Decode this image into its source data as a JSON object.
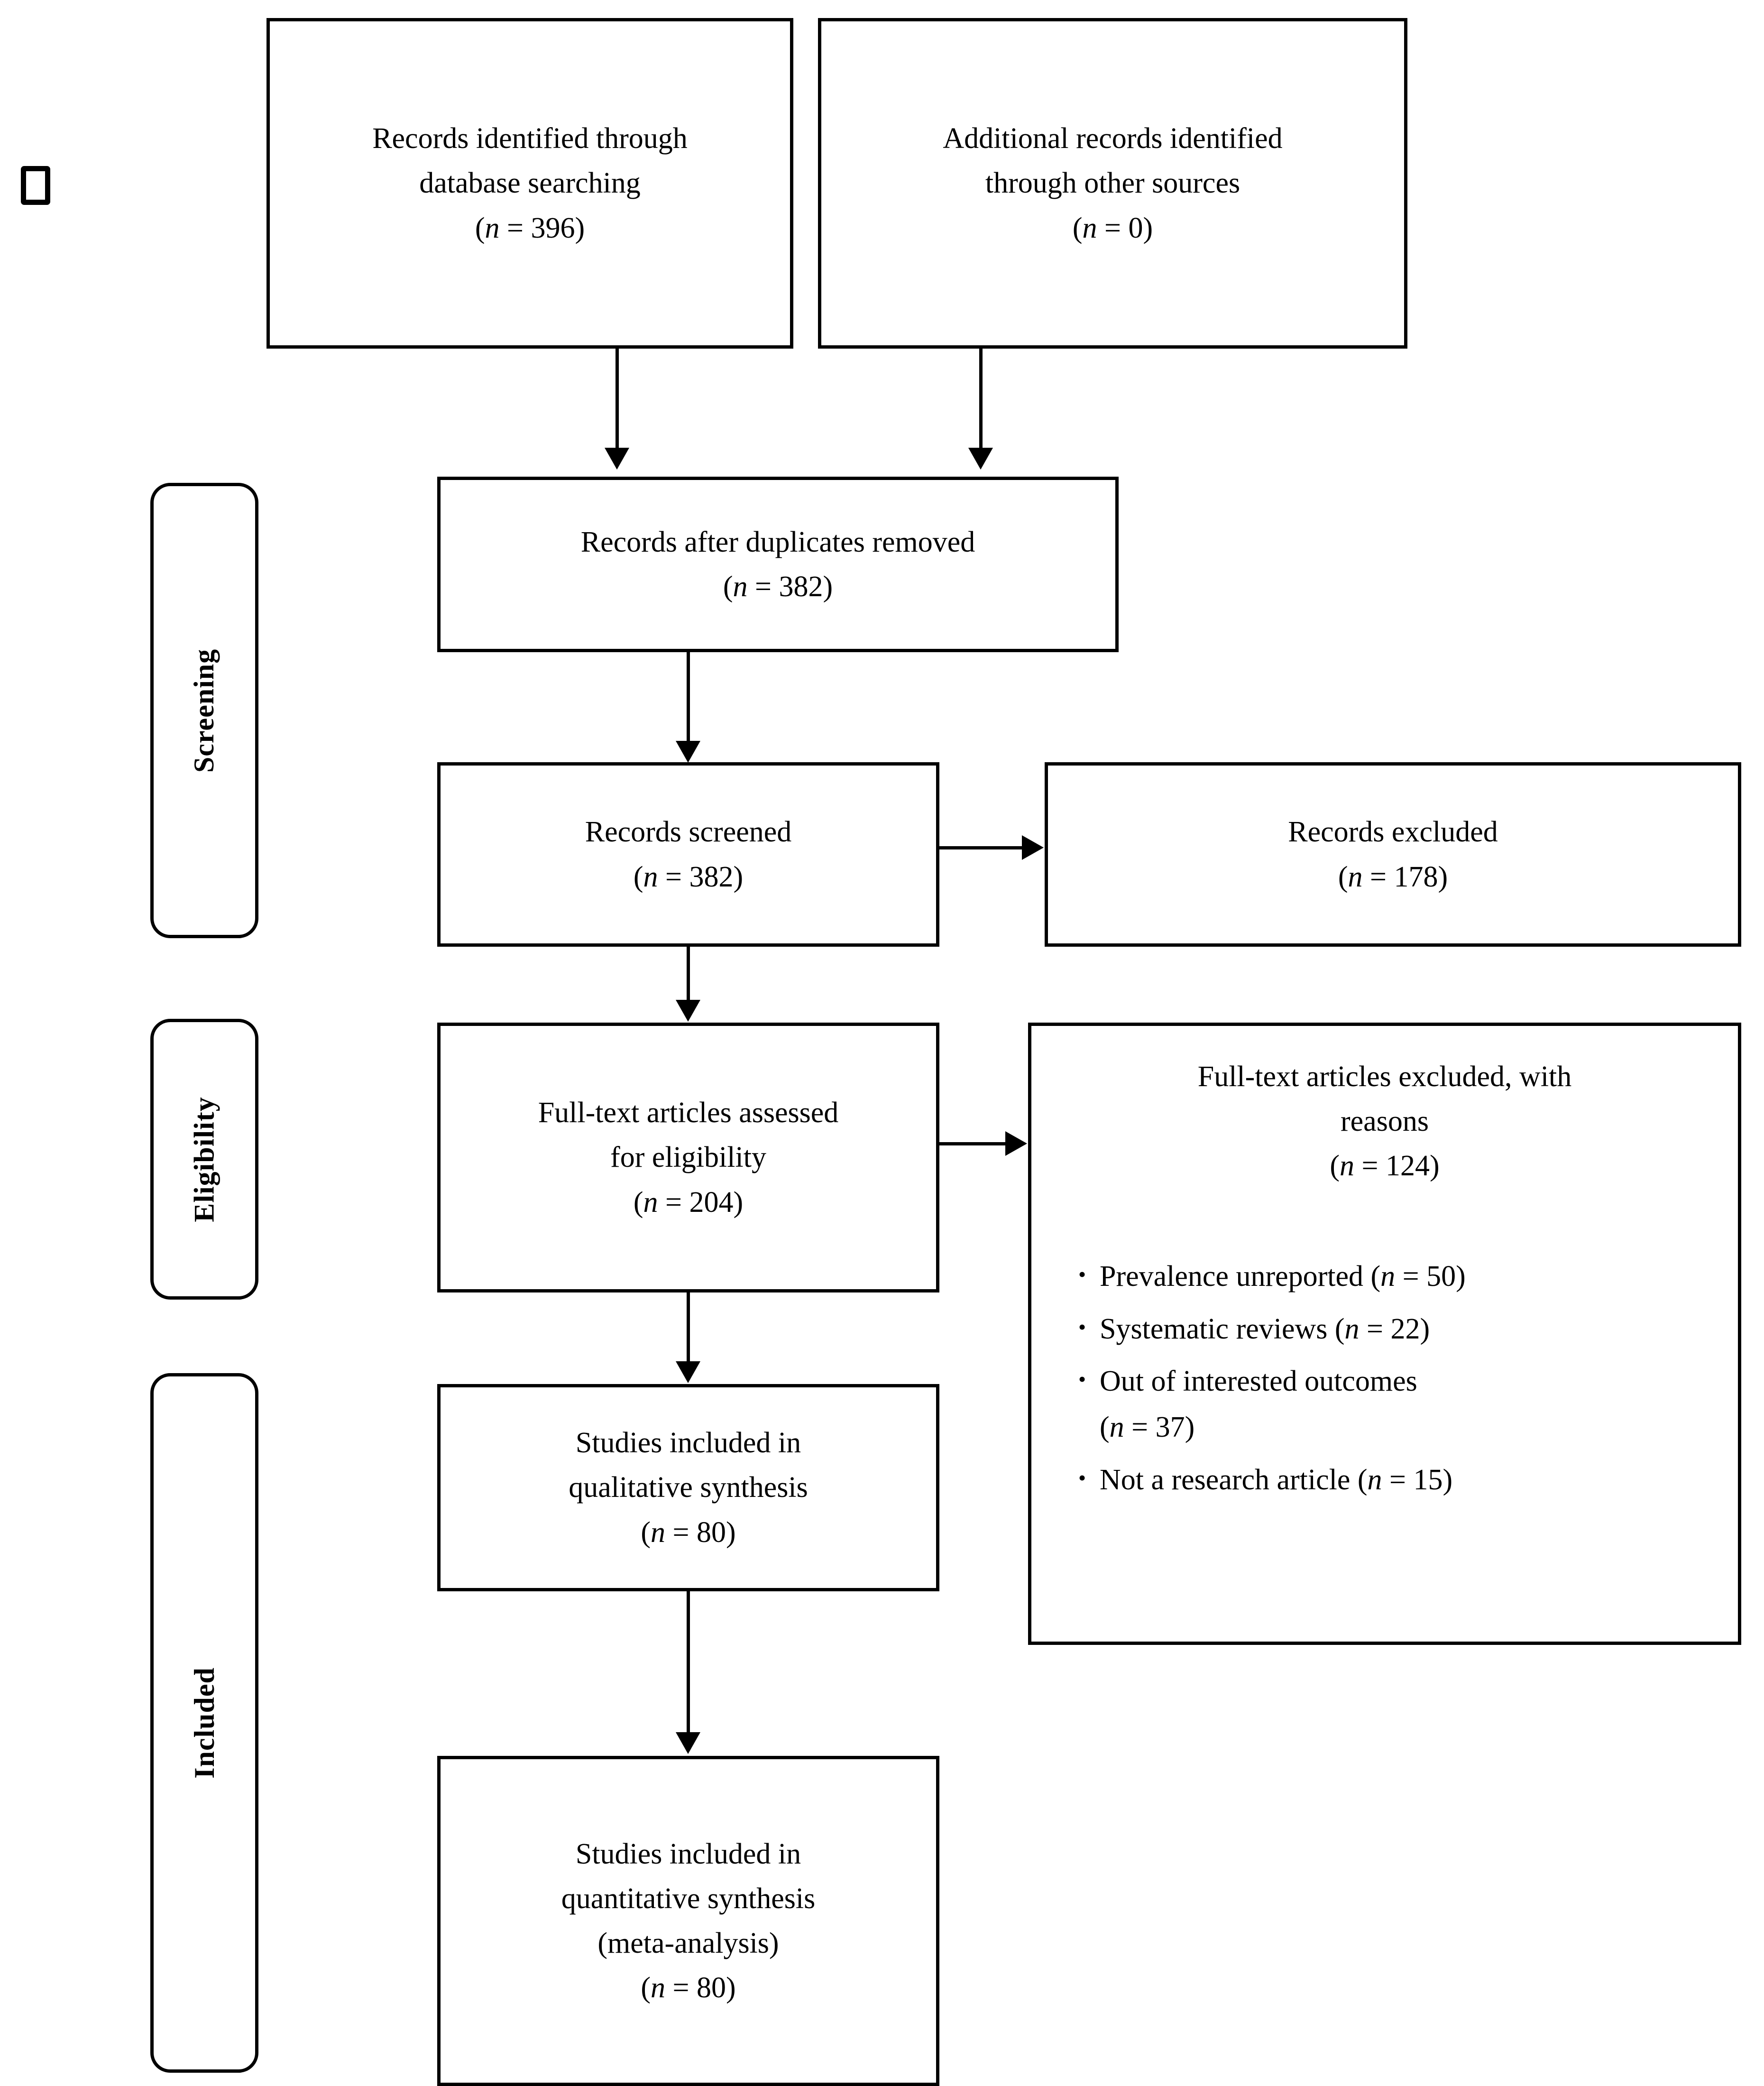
{
  "diagram": {
    "type": "prisma-flow-diagram",
    "stages": [
      {
        "id": "screening",
        "label": "Screening"
      },
      {
        "id": "eligibility",
        "label": "Eligibility"
      },
      {
        "id": "included",
        "label": "Included"
      }
    ],
    "glyph": {
      "name": "missing-glyph-box",
      "char": "□"
    },
    "boxes": {
      "identified_database": {
        "line1": "Records identified through",
        "line2": "database searching",
        "n_prefix": "(",
        "n_symbol": "n",
        "n_eq": " = ",
        "n_value": "396",
        "n_suffix": ")"
      },
      "identified_other": {
        "line1": "Additional records identified",
        "line2": "through other sources",
        "n_prefix": "(",
        "n_symbol": "n",
        "n_eq": " = ",
        "n_value": "0",
        "n_suffix": ")"
      },
      "duplicates_removed": {
        "line1": "Records after duplicates removed",
        "n_prefix": "(",
        "n_symbol": "n",
        "n_eq": " = ",
        "n_value": "382",
        "n_suffix": ")"
      },
      "records_screened": {
        "line1": "Records screened",
        "n_prefix": "(",
        "n_symbol": "n",
        "n_eq": " = ",
        "n_value": "382",
        "n_suffix": ")"
      },
      "records_excluded": {
        "line1": "Records excluded",
        "n_prefix": "(",
        "n_symbol": "n",
        "n_eq": " = ",
        "n_value": "178",
        "n_suffix": ")"
      },
      "fulltext_assessed": {
        "line1": "Full-text articles assessed",
        "line2": "for eligibility",
        "n_prefix": "(",
        "n_symbol": "n",
        "n_eq": " = ",
        "n_value": "204",
        "n_suffix": ")"
      },
      "fulltext_excluded": {
        "line1": "Full-text articles excluded, with",
        "line2": "reasons",
        "n_prefix": "(",
        "n_symbol": "n",
        "n_eq": " = ",
        "n_value": "124",
        "n_suffix": ")",
        "reasons": [
          {
            "bullet": "•",
            "text": "Prevalence unreported (",
            "n_symbol": "n",
            "n_eq": " = ",
            "n_value": "50",
            "close": ")",
            "wrap": false
          },
          {
            "bullet": "•",
            "text": "Systematic reviews (",
            "n_symbol": "n",
            "n_eq": " = ",
            "n_value": "22",
            "close": ")",
            "wrap": false
          },
          {
            "bullet": "•",
            "text": "Out of interested outcomes",
            "n_symbol": "n",
            "n_eq": " = ",
            "n_value": "37",
            "close": ")",
            "wrap": true,
            "open": "("
          },
          {
            "bullet": "•",
            "text": "Not a research article (",
            "n_symbol": "n",
            "n_eq": " = ",
            "n_value": "15",
            "close": ")",
            "wrap": false
          }
        ]
      },
      "qualitative_synthesis": {
        "line1": "Studies included in",
        "line2": "qualitative synthesis",
        "n_prefix": "(",
        "n_symbol": "n",
        "n_eq": " = ",
        "n_value": "80",
        "n_suffix": ")"
      },
      "quantitative_synthesis": {
        "line1": "Studies included in",
        "line2": "quantitative synthesis",
        "line3": "(meta-analysis)",
        "n_prefix": "(",
        "n_symbol": "n",
        "n_eq": " = ",
        "n_value": "80",
        "n_suffix": ")"
      }
    },
    "colors": {
      "stroke": "#000000",
      "fill": "#ffffff",
      "text": "#000000"
    }
  }
}
